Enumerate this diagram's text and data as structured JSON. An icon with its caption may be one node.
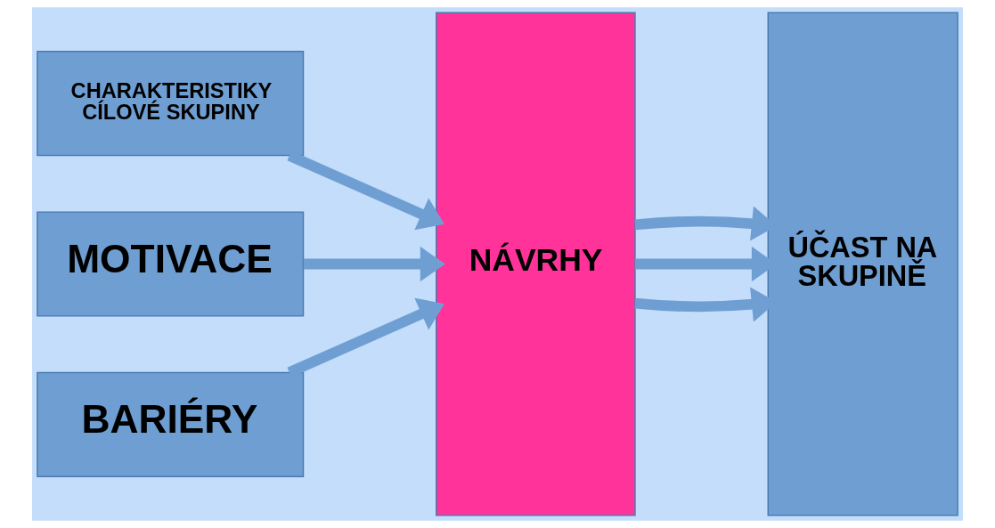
{
  "diagram": {
    "nodes": [
      {
        "text": [
          "CHARAKTERISTIKY CÍLOVÉ SKUPINY"
        ]
      },
      {
        "text": [
          "MOTIVACE"
        ]
      },
      {
        "text": [
          "BARIÉRY"
        ]
      },
      {
        "text": [
          "NÁVRHY"
        ]
      },
      {
        "text": [
          "ÚČAST NA SKUPINĚ"
        ]
      }
    ],
    "edges": [
      {
        "from": 0,
        "to": 3,
        "arrow": "to"
      },
      {
        "from": 1,
        "to": 3,
        "arrow": "to"
      },
      {
        "from": 2,
        "to": 3,
        "arrow": "to"
      },
      {
        "from": 3,
        "to": 4,
        "arrow": "to"
      },
      {
        "from": 3,
        "to": 4,
        "arrow": "to"
      },
      {
        "from": 3,
        "to": 4,
        "arrow": "to"
      }
    ]
  }
}
